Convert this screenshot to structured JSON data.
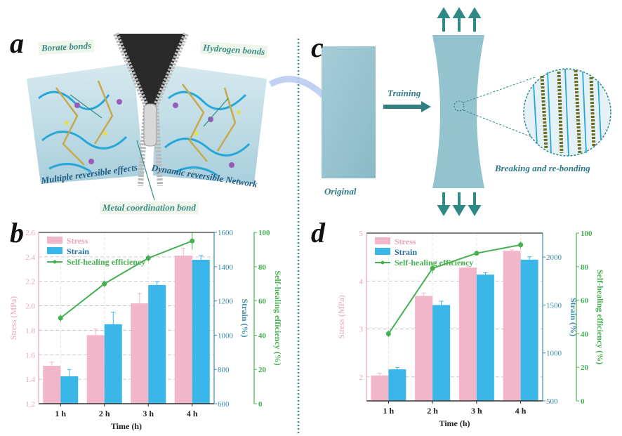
{
  "panels": {
    "a": "a",
    "b": "b",
    "c": "c",
    "d": "d"
  },
  "panel_a": {
    "borate": "Borate bonds",
    "hydrogen": "Hydrogen bonds",
    "multiple": "Multiple reversible effects",
    "dynamic": "Dynamic reversible Network",
    "metal": "Metal coordination bond"
  },
  "panel_c": {
    "original": "Original",
    "training": "Training",
    "breaking": "Breaking and re-bonding"
  },
  "colors": {
    "stress": "#f2b6cb",
    "strain": "#3ab6e8",
    "efficiency": "#45b04f",
    "strain_axis": "#3a8aa8",
    "stress_axis": "#eaa2bd"
  },
  "chart_data": [
    {
      "id": "b",
      "type": "bar",
      "title": "",
      "xlabel": "Time (h)",
      "ylabel": "Stress (MPa)",
      "y2label": "Strain (%)",
      "y3label": "Self-healing efficiency (%)",
      "categories": [
        "1 h",
        "2 h",
        "3 h",
        "4 h"
      ],
      "ylim": [
        1.2,
        2.6
      ],
      "yticks": [
        "1.2",
        "1.4",
        "1.6",
        "1.8",
        "2.0",
        "2.2",
        "2.4",
        "2.6"
      ],
      "y2lim": [
        600,
        1600
      ],
      "y2ticks": [
        "600",
        "800",
        "1000",
        "1200",
        "1400",
        "1600"
      ],
      "y3lim": [
        0,
        100
      ],
      "y3ticks": [
        "0",
        "20",
        "40",
        "60",
        "80",
        "100"
      ],
      "legend_position": "top-left",
      "series": [
        {
          "name": "Stress",
          "axis": "left",
          "kind": "bar",
          "values": [
            1.51,
            1.76,
            2.02,
            2.41
          ],
          "errors": [
            0.03,
            0.05,
            0.08,
            0.06
          ]
        },
        {
          "name": "Strain",
          "axis": "right",
          "kind": "bar",
          "values": [
            760,
            1064,
            1293,
            1440
          ],
          "errors": [
            40,
            70,
            20,
            25
          ]
        },
        {
          "name": "Self-healing efficiency",
          "axis": "right2",
          "kind": "line",
          "values": [
            50,
            70,
            85,
            95
          ],
          "errors": [
            2,
            2,
            2,
            5
          ]
        }
      ]
    },
    {
      "id": "d",
      "type": "bar",
      "title": "",
      "xlabel": "Time (h)",
      "ylabel": "Stress (MPa)",
      "y2label": "Strain (%)",
      "y3label": "Self-healing efficiency (%)",
      "categories": [
        "1 h",
        "2 h",
        "3 h",
        "4 h"
      ],
      "ylim": [
        1.5,
        5
      ],
      "yticks": [
        "2",
        "3",
        "4",
        "5"
      ],
      "y2lim": [
        500,
        2250
      ],
      "y2ticks": [
        "500",
        "1000",
        "1500",
        "2000"
      ],
      "y3lim": [
        0,
        100
      ],
      "y3ticks": [
        "0",
        "20",
        "40",
        "60",
        "80",
        "100"
      ],
      "legend_position": "top-left",
      "series": [
        {
          "name": "Stress",
          "axis": "left",
          "kind": "bar",
          "values": [
            2.03,
            3.69,
            4.28,
            4.63
          ],
          "errors": [
            0.05,
            0.06,
            0.03,
            0.02
          ]
        },
        {
          "name": "Strain",
          "axis": "right",
          "kind": "bar",
          "values": [
            829,
            1500,
            1817,
            1973
          ],
          "errors": [
            20,
            40,
            20,
            30
          ]
        },
        {
          "name": "Self-healing efficiency",
          "axis": "right2",
          "kind": "line",
          "values": [
            40,
            79,
            88,
            93
          ],
          "errors": [
            2,
            3,
            1,
            2
          ]
        }
      ]
    }
  ]
}
